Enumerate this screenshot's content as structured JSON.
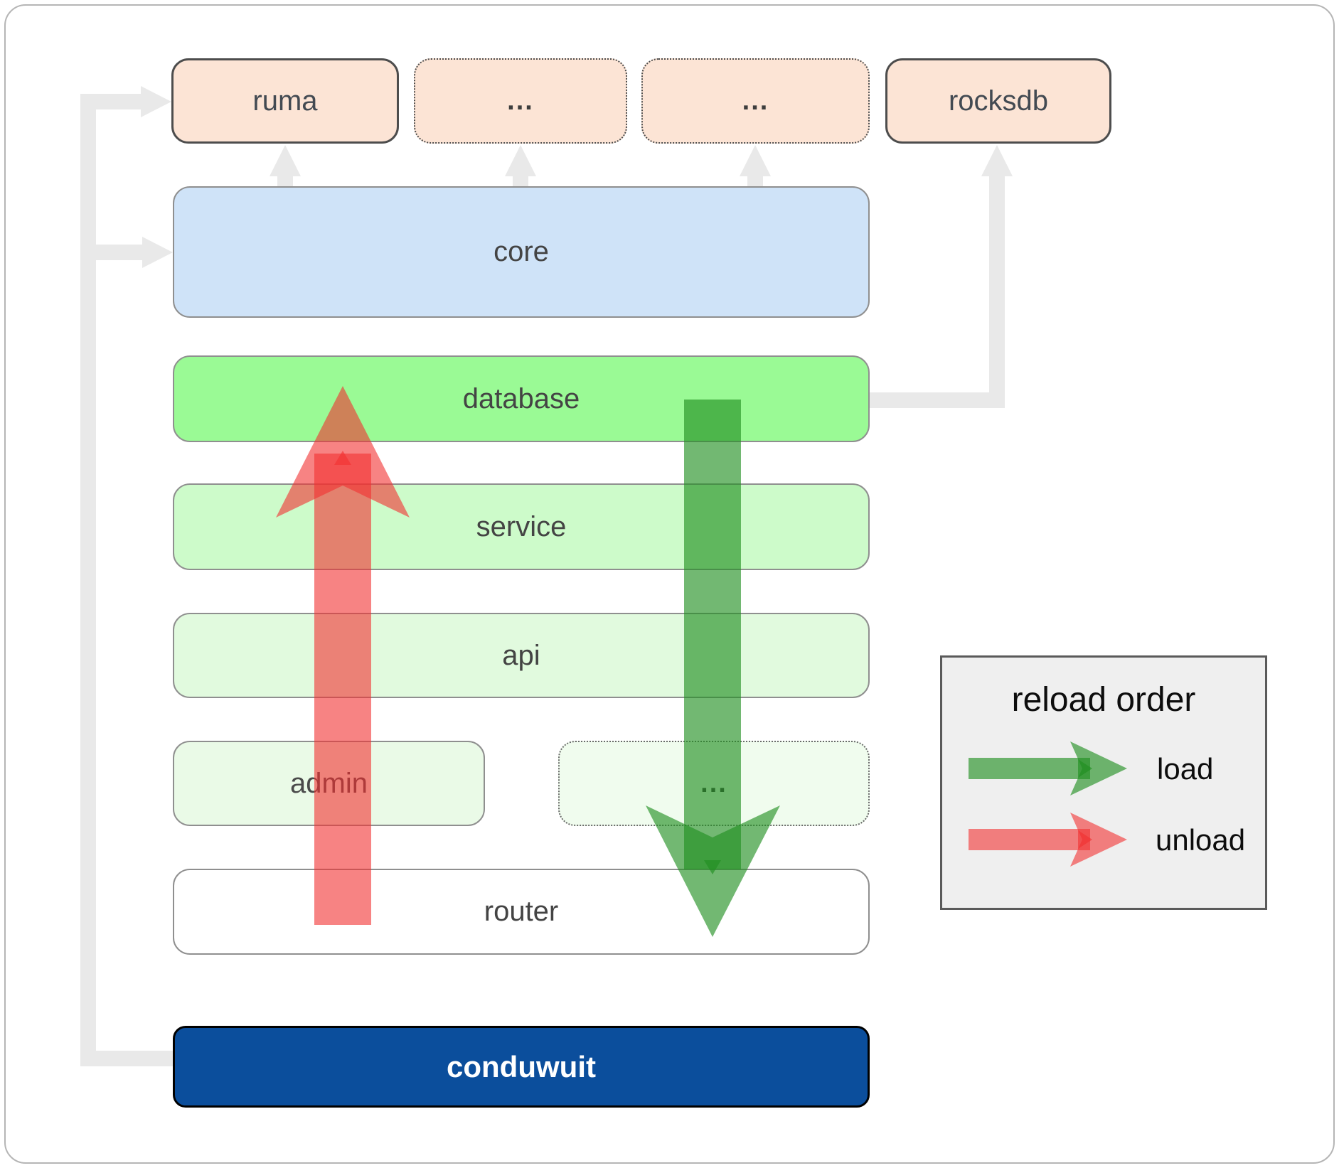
{
  "nodes": {
    "ruma": "ruma",
    "ellipsis_top_1": "...",
    "ellipsis_top_2": "...",
    "rocksdb": "rocksdb",
    "core": "core",
    "database": "database",
    "service": "service",
    "api": "api",
    "admin": "admin",
    "ellipsis_admin": "...",
    "router": "router",
    "conduwuit": "conduwuit"
  },
  "legend": {
    "title": "reload order",
    "load_label": "load",
    "unload_label": "unload"
  },
  "colors": {
    "peach_fill": "#fce4d5",
    "core_fill": "#cfe3f8",
    "database_fill": "#9afa95",
    "service_fill": "#cdfbca",
    "api_fill": "#e1fade",
    "admin_fill": "#eafae7",
    "admin_ellipsis_fill": "#f0fcee",
    "router_fill": "#ffffff",
    "conduwuit_fill": "#0b4e9c",
    "connector_gray": "#e9e9e9",
    "load_green": "#1f8f1f",
    "unload_red": "#f23030",
    "legend_fill": "#efefef"
  }
}
